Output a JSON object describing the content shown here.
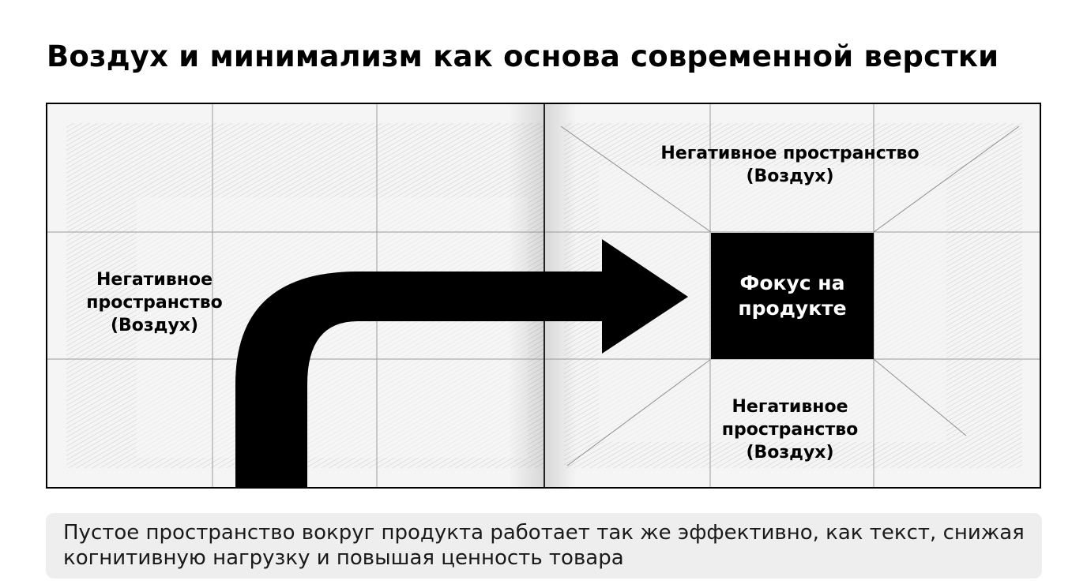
{
  "title": "Воздух и минимализм как основа современной верстки",
  "diagram": {
    "left_page": {
      "negative_space_label": "Негативное\nпространство\n(Воздух)"
    },
    "right_page": {
      "top_label": "Негативное пространство\n(Воздух)",
      "bottom_label": "Негативное\nпространство\n(Воздух)",
      "focus_label": "Фокус на\nпродукте"
    }
  },
  "caption": "Пустое пространство вокруг продукта работает так же эффективно, как текст, снижая когнитивную нагрузку и повышая ценность товара",
  "colors": {
    "page_bg": "#f4f4f4",
    "hatch": "#cfcfcf",
    "grid": "#9a9a9a",
    "frame": "#000000",
    "accent": "#000000",
    "caption_bg": "#eeeeee"
  }
}
